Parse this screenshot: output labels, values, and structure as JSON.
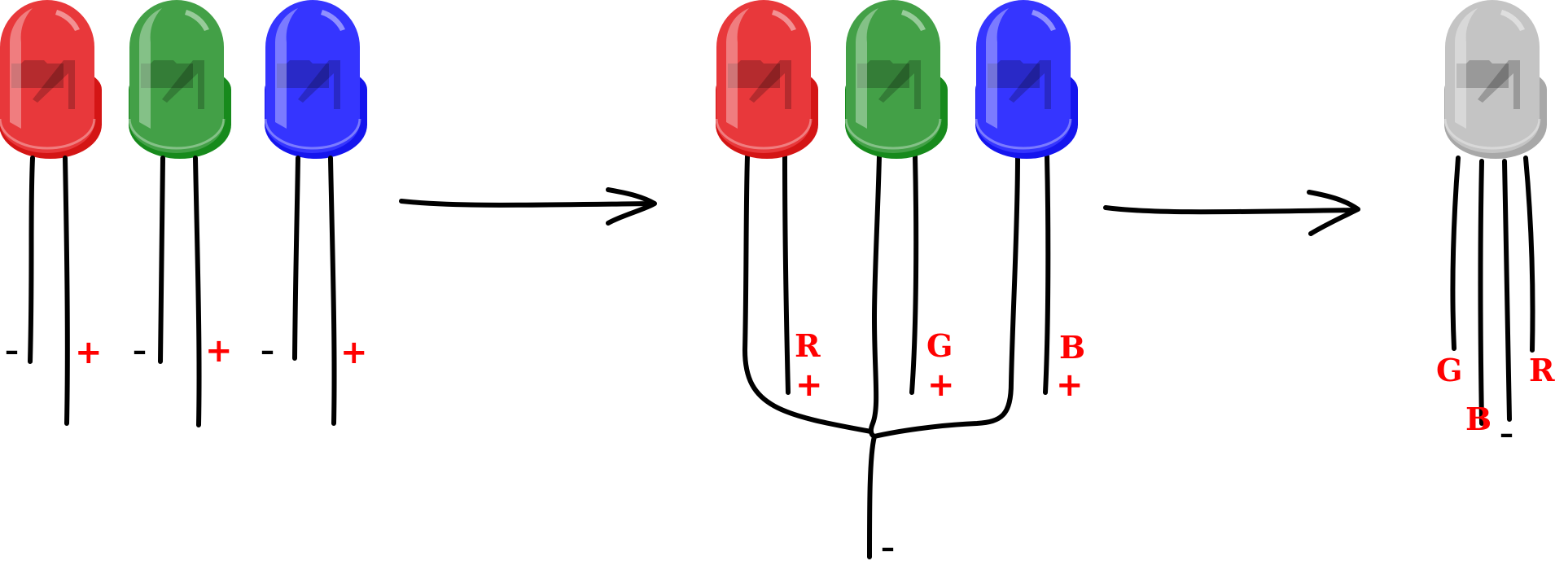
{
  "colors": {
    "red": "#e8383b",
    "red_dark": "#d41515",
    "green": "#43a047",
    "green_dark": "#178a1c",
    "blue": "#3535ff",
    "blue_dark": "#1515ee",
    "gray": "#c4c4c4",
    "gray_dark": "#a8a8a8",
    "label_red": "#ff0000",
    "wire": "#000000"
  },
  "stage1": {
    "leds": [
      {
        "color": "red",
        "minus_label": "–",
        "plus_label": "+"
      },
      {
        "color": "green",
        "minus_label": "–",
        "plus_label": "+"
      },
      {
        "color": "blue",
        "minus_label": "–",
        "plus_label": "+"
      }
    ]
  },
  "stage2": {
    "leds": [
      {
        "color": "red",
        "letter": "R",
        "plus_label": "+"
      },
      {
        "color": "green",
        "letter": "G",
        "plus_label": "+"
      },
      {
        "color": "blue",
        "letter": "B",
        "plus_label": "+"
      }
    ],
    "common_label": "–"
  },
  "stage3": {
    "color": "gray",
    "pin_labels": {
      "g": "G",
      "b": "B",
      "common": "–",
      "r": "R"
    }
  },
  "icons": [
    "led-icon",
    "arrow-right-icon"
  ]
}
